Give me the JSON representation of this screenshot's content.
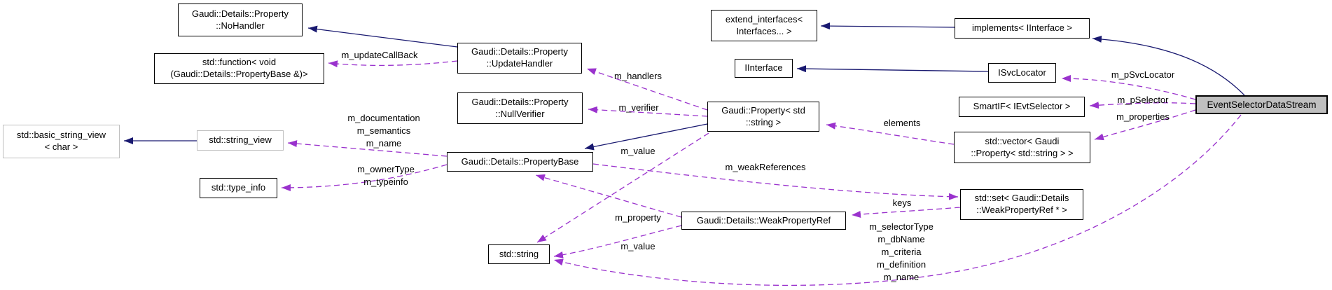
{
  "diagram": {
    "type": "collaboration-graph",
    "focus_class": "EventSelectorDataStream"
  },
  "colors": {
    "edge-solid": "#191970",
    "edge-dashed": "#9a32cd",
    "node-border": "#000000",
    "node-border-external": "#bfbfbf",
    "node-fill": "#ffffff",
    "node-fill-highlight": "#bfbfbf",
    "text": "#000000",
    "background": "#ffffff"
  },
  "nodes": {
    "no_handler": "Gaudi::Details::Property\n::NoHandler",
    "std_function": "std::function< void\n(Gaudi::Details::PropertyBase &)>",
    "update_handler": "Gaudi::Details::Property\n::UpdateHandler",
    "null_verifier": "Gaudi::Details::Property\n::NullVerifier",
    "basic_string_view": "std::basic_string_view\n< char >",
    "string_view": "std::string_view",
    "type_info": "std::type_info",
    "property_base": "Gaudi::Details::PropertyBase",
    "gaudi_property": "Gaudi::Property< std\n::string >",
    "extend_interfaces": "extend_interfaces<\nInterfaces... >",
    "iinterface": "IInterface",
    "implements": "implements< IInterface >",
    "isvclocator": "ISvcLocator",
    "smartif": "SmartIF< IEvtSelector >",
    "std_vector": "std::vector< Gaudi\n::Property< std::string > >",
    "std_set": "std::set< Gaudi::Details\n::WeakPropertyRef * >",
    "weak_property_ref": "Gaudi::Details::WeakPropertyRef",
    "std_string": "std::string",
    "event_selector_data_stream": "EventSelectorDataStream"
  },
  "edge_labels": {
    "update_callback": "m_updateCallBack",
    "handlers": "m_handlers",
    "verifier": "m_verifier",
    "doc_semantics_name": "m_documentation\nm_semantics\nm_name",
    "owner_typeinfo": "m_ownerType\nm_typeinfo",
    "value_upper": "m_value",
    "value_lower": "m_value",
    "property": "m_property",
    "weak_references": "m_weakReferences",
    "keys": "keys",
    "selector_fields": "m_selectorType\nm_dbName\nm_criteria\nm_definition\nm_name",
    "elements": "elements",
    "p_svc_locator": "m_pSvcLocator",
    "p_selector": "m_pSelector",
    "properties": "m_properties"
  }
}
